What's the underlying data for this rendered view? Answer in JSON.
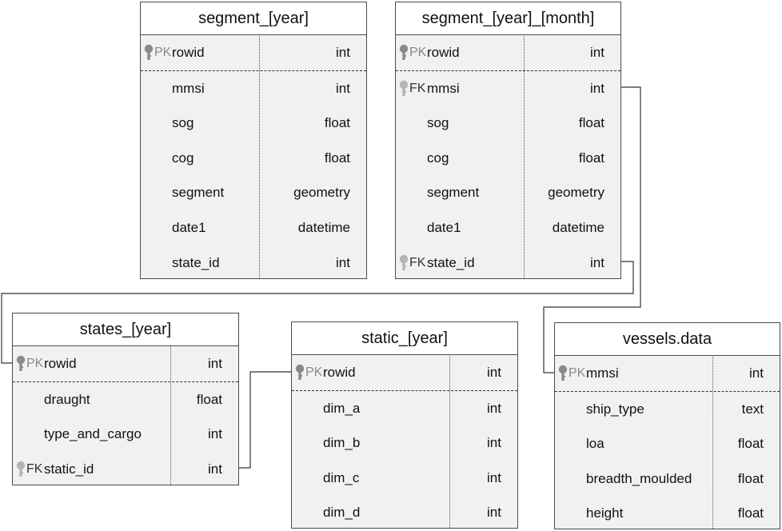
{
  "tables": {
    "segment_year": {
      "title": "segment_[year]",
      "rows": [
        {
          "key": "PK",
          "name": "rowid",
          "type": "int"
        },
        {
          "key": "",
          "name": "mmsi",
          "type": "int"
        },
        {
          "key": "",
          "name": "sog",
          "type": "float"
        },
        {
          "key": "",
          "name": "cog",
          "type": "float"
        },
        {
          "key": "",
          "name": "segment",
          "type": "geometry"
        },
        {
          "key": "",
          "name": "date1",
          "type": "datetime"
        },
        {
          "key": "",
          "name": "state_id",
          "type": "int"
        }
      ]
    },
    "segment_year_month": {
      "title": "segment_[year]_[month]",
      "rows": [
        {
          "key": "PK",
          "name": "rowid",
          "type": "int"
        },
        {
          "key": "FK",
          "name": "mmsi",
          "type": "int"
        },
        {
          "key": "",
          "name": "sog",
          "type": "float"
        },
        {
          "key": "",
          "name": "cog",
          "type": "float"
        },
        {
          "key": "",
          "name": "segment",
          "type": "geometry"
        },
        {
          "key": "",
          "name": "date1",
          "type": "datetime"
        },
        {
          "key": "FK",
          "name": "state_id",
          "type": "int"
        }
      ]
    },
    "states_year": {
      "title": "states_[year]",
      "rows": [
        {
          "key": "PK",
          "name": "rowid",
          "type": "int"
        },
        {
          "key": "",
          "name": "draught",
          "type": "float"
        },
        {
          "key": "",
          "name": "type_and_cargo",
          "type": "int"
        },
        {
          "key": "FK",
          "name": "static_id",
          "type": "int"
        }
      ]
    },
    "static_year": {
      "title": "static_[year]",
      "rows": [
        {
          "key": "PK",
          "name": "rowid",
          "type": "int"
        },
        {
          "key": "",
          "name": "dim_a",
          "type": "int"
        },
        {
          "key": "",
          "name": "dim_b",
          "type": "int"
        },
        {
          "key": "",
          "name": "dim_c",
          "type": "int"
        },
        {
          "key": "",
          "name": "dim_d",
          "type": "int"
        }
      ]
    },
    "vessels_data": {
      "title": "vessels.data",
      "rows": [
        {
          "key": "PK",
          "name": "mmsi",
          "type": "int"
        },
        {
          "key": "",
          "name": "ship_type",
          "type": "text"
        },
        {
          "key": "",
          "name": "loa",
          "type": "float"
        },
        {
          "key": "",
          "name": "breadth_moulded",
          "type": "float"
        },
        {
          "key": "",
          "name": "height",
          "type": "float"
        }
      ]
    }
  },
  "colors": {
    "border": "#4a4a4a",
    "body": "#f1f1f1",
    "header": "#ffffff",
    "key_icon": "#8a8a8a",
    "connector": "#333333"
  }
}
